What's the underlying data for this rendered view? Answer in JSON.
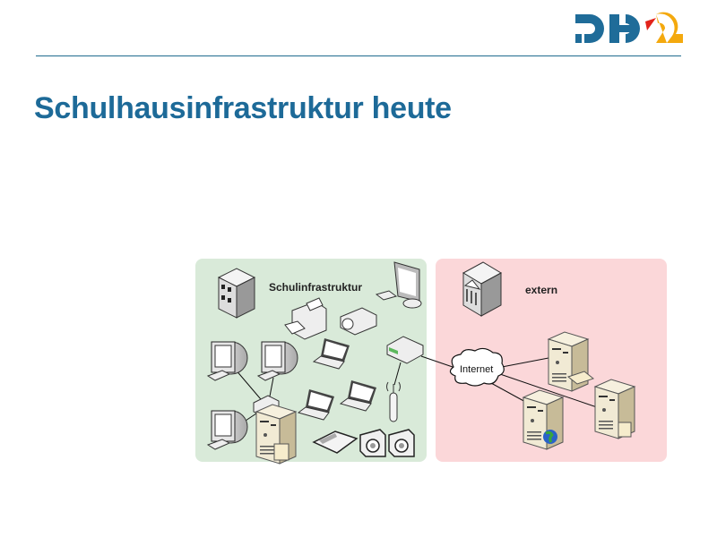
{
  "slide": {
    "title": "Schulhausinfrastruktur heute",
    "logo_text": "PHZ"
  },
  "diagram": {
    "zones": [
      {
        "label": "Schulinfrastruktur",
        "color": "#d9ead9"
      },
      {
        "label": "extern",
        "color": "#fbd7d9"
      }
    ],
    "cloud_label": "Internet"
  },
  "colors": {
    "title": "#1d6a98",
    "logo_blue": "#1f6c99",
    "logo_orange": "#f4a90e",
    "logo_red": "#e2231a"
  }
}
